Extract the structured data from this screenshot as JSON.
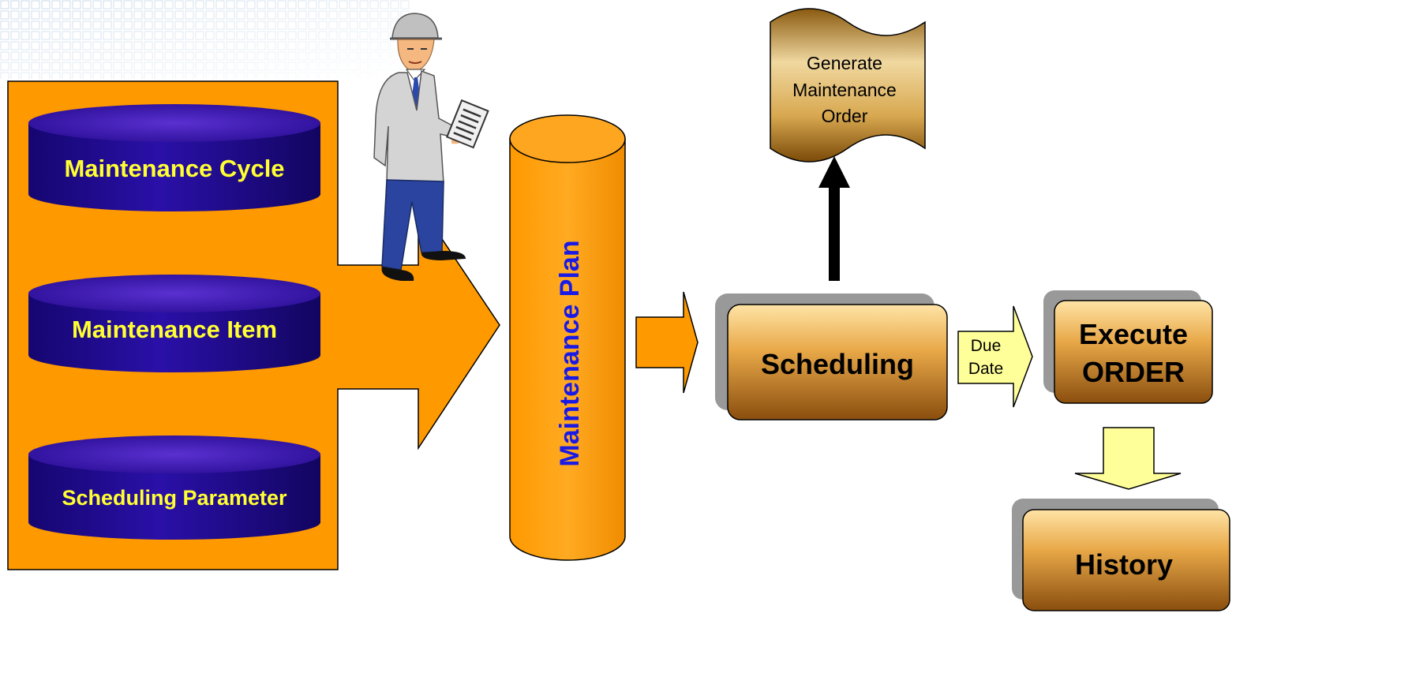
{
  "inputs": {
    "cycle": "Maintenance Cycle",
    "item": "Maintenance Item",
    "parameter": "Scheduling Parameter"
  },
  "plan_label": "Maintenance Plan",
  "generate": {
    "line1": "Generate",
    "line2": "Maintenance",
    "line3": "Order"
  },
  "scheduling_label": "Scheduling",
  "due_date": {
    "line1": "Due",
    "line2": "Date"
  },
  "execute": {
    "line1": "Execute",
    "line2": "ORDER"
  },
  "history_label": "History",
  "colors": {
    "orange": "#FF9900",
    "cylinder_top": "#3A10A8",
    "cylinder_body": "#1E0A8C",
    "input_text": "#FFFF33",
    "plan_text": "#1A1AE6",
    "box_gold": "#C98A2E",
    "box_shadow": "#999999",
    "due_arrow": "#FFFF99"
  },
  "icons": {
    "worker": "worker-with-clipboard-icon"
  }
}
